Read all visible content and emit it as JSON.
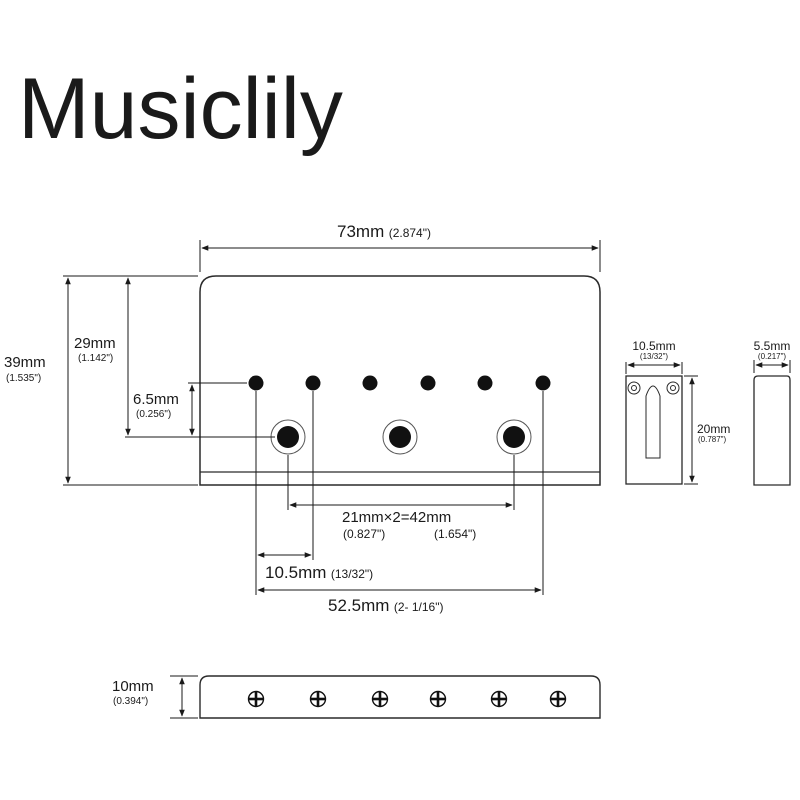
{
  "brand": "Musiclily",
  "colors": {
    "ink": "#1a1a1a",
    "outline": "#2a2a2a",
    "screw": "#111111"
  },
  "dimensions": {
    "width_mm": "73mm",
    "width_in": "(2.874\")",
    "height_mm": "39mm",
    "height_in": "(1.535\")",
    "hole_height_mm": "29mm",
    "hole_height_in": "(1.142\")",
    "hole_offset_mm": "6.5mm",
    "hole_offset_in": "(0.256\")",
    "mount_spacing": "21mm×2=42mm",
    "mount_spacing_in_a": "(0.827\")",
    "mount_spacing_in_b": "(1.654\")",
    "string_spacing_mm": "10.5mm",
    "string_spacing_in": "(13/32\")",
    "string_span_mm": "52.5mm",
    "string_span_in": "(2- 1/16\")",
    "thickness_mm": "10mm",
    "thickness_in": "(0.394\")",
    "saddle_width_mm": "10.5mm",
    "saddle_width_in": "(13/32\")",
    "saddle_height_mm": "20mm",
    "saddle_height_in": "(0.787\")",
    "saddle_depth_mm": "5.5mm",
    "saddle_depth_in": "(0.217\")"
  }
}
